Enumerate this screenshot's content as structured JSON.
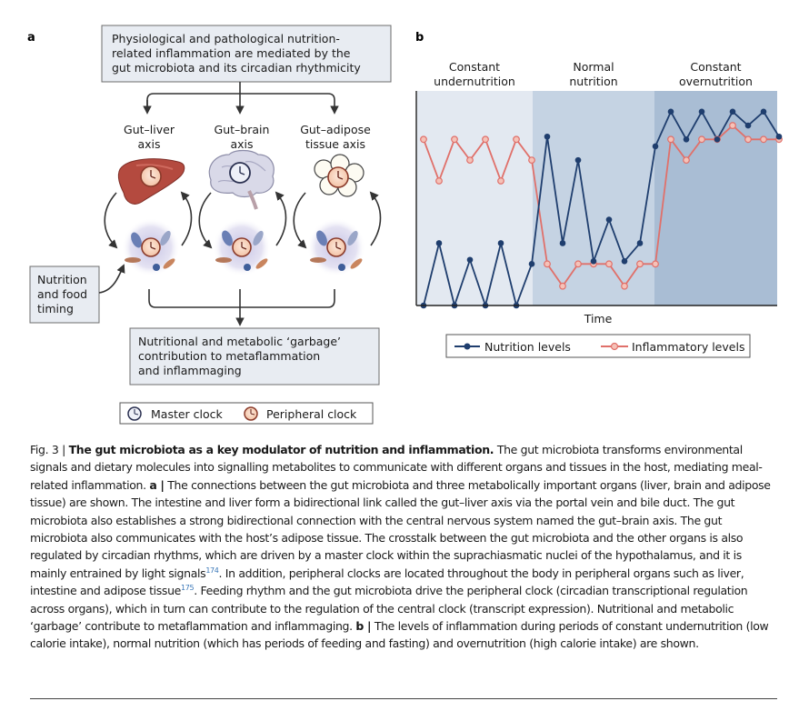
{
  "panel_a": {
    "label": "a",
    "top_box_lines": [
      "Physiological and pathological nutrition-",
      "related inflammation are mediated by the",
      "gut microbiota and its circadian rhythmicity"
    ],
    "organs": [
      {
        "line1": "Gut–liver",
        "line2": "axis"
      },
      {
        "line1": "Gut–brain",
        "line2": "axis"
      },
      {
        "line1": "Gut–adipose",
        "line2": "tissue axis"
      }
    ],
    "nutrition_box_lines": [
      "Nutrition",
      "and food",
      "timing"
    ],
    "bottom_box_lines": [
      "Nutritional and metabolic ‘garbage’",
      "contribution to metaflammation",
      "and inflammaging"
    ],
    "legend": {
      "master": "Master clock",
      "peripheral": "Peripheral clock"
    }
  },
  "panel_b": {
    "label": "b"
  },
  "chart_data": {
    "type": "line",
    "regions": [
      {
        "line1": "Constant",
        "line2": "undernutrition",
        "color": "#e3e9f1"
      },
      {
        "line1": "Normal",
        "line2": "nutrition",
        "color": "#c5d3e3"
      },
      {
        "line1": "Constant",
        "line2": "overnutrition",
        "color": "#a9bdd4"
      }
    ],
    "xlabel": "Time",
    "ylabel": "",
    "series": [
      {
        "name": "Nutrition levels",
        "color": "#1f3e6e",
        "values": [
          0,
          0.45,
          0,
          0.33,
          0,
          0.45,
          0,
          0.3,
          1.22,
          0.45,
          1.05,
          0.32,
          0.62,
          0.32,
          0.45,
          1.15,
          1.4,
          1.2,
          1.4,
          1.2,
          1.4,
          1.3,
          1.4,
          1.22
        ]
      },
      {
        "name": "Inflammatory levels",
        "color": "#e0706a",
        "values": [
          1.2,
          0.9,
          1.2,
          1.05,
          1.2,
          0.9,
          1.2,
          1.05,
          0.3,
          0.14,
          0.3,
          0.3,
          0.3,
          0.14,
          0.3,
          0.3,
          1.2,
          1.05,
          1.2,
          1.2,
          1.3,
          1.2,
          1.2,
          1.2
        ]
      }
    ]
  },
  "caption": {
    "fig_label": "Fig. 3 |",
    "title": "The gut microbiota as a key modulator of nutrition and inflammation.",
    "p1": "The gut microbiota transforms environmental signals and dietary molecules into signalling metabolites to communicate with different organs and tissues in the host, mediating meal-related inflammation.",
    "a_label": "a |",
    "p2": "The connections between the gut microbiota and three metabolically important organs (liver, brain and adipose tissue) are shown. The intestine and liver form a bidirectional link called the gut–liver axis via the portal vein and bile duct. The gut microbiota also establishes a strong bidirectional connection with the central nervous system named the gut–brain axis. The gut microbiota also communicates with the host’s adipose tissue. The crosstalk between the gut microbiota and the other organs is also regulated by circadian rhythms, which are driven by a master clock within the suprachiasmatic nuclei of the hypothalamus, and it is mainly entrained by light signals",
    "ref1": "174",
    "p3": ". In addition, peripheral clocks are located throughout the body in peripheral organs such as liver, intestine and adipose tissue",
    "ref2": "175",
    "p4": ". Feeding rhythm and the gut microbiota drive the peripheral clock (circadian transcriptional regulation across organs), which in turn can contribute to the regulation of the central clock (transcript expression). Nutritional and metabolic ‘garbage’ contribute to metaflammation and inflammaging.",
    "b_label": "b |",
    "p5": "The levels of inflammation during periods of constant undernutrition (low calorie intake), normal nutrition (which has periods of feeding and fasting) and overnutrition (high calorie intake) are shown."
  }
}
